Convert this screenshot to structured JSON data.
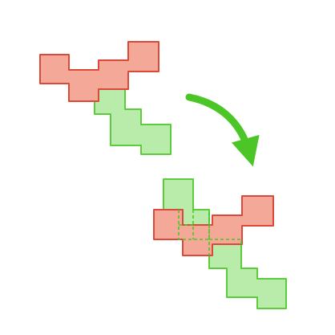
{
  "colors": {
    "red_fill": "#f4a898",
    "red_stroke": "#d94a3a",
    "green_fill": "#b9ecaa",
    "green_stroke": "#5ccc3a",
    "arrow": "#4cc626",
    "overlap_dash": "#4cc626",
    "background": "#ffffff"
  },
  "diagram": {
    "before": {
      "red_piece": "red-polyomino",
      "green_piece": "green-polyomino"
    },
    "transition": "curved-arrow-down-right",
    "after": {
      "red_piece": "red-polyomino",
      "green_piece": "green-polyomino",
      "overlap": "dashed-overlap-outline"
    }
  }
}
